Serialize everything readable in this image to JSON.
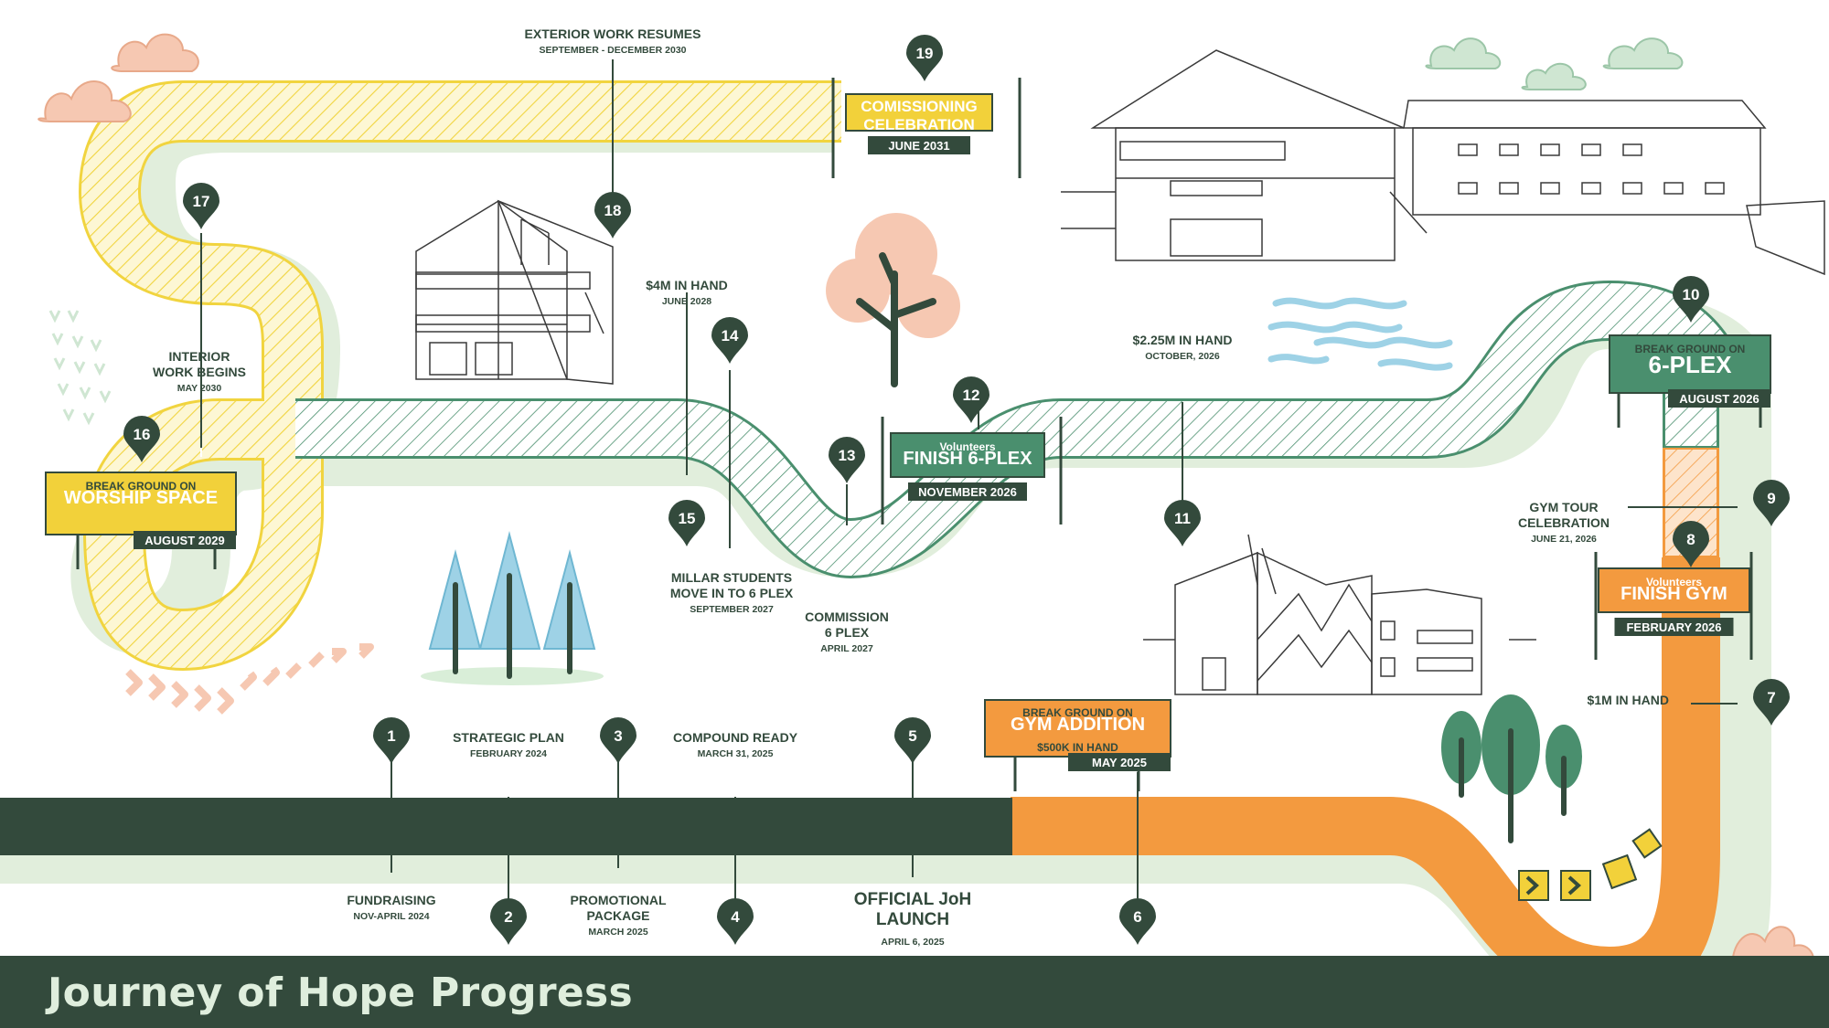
{
  "title": "Journey of Hope Progress",
  "colors": {
    "dark": "#334a3c",
    "green": "#4a8f6e",
    "orange": "#f39a3f",
    "yellow": "#f2d13a",
    "pale_yellow": "#fbf2c2",
    "pale_green": "#e1eedc",
    "pink": "#f6c8b2",
    "sky": "#9ed2e6",
    "mint": "#cfe6d2"
  },
  "markers": [
    {
      "num": "1"
    },
    {
      "num": "2"
    },
    {
      "num": "3"
    },
    {
      "num": "4"
    },
    {
      "num": "5"
    },
    {
      "num": "6"
    },
    {
      "num": "7"
    },
    {
      "num": "8"
    },
    {
      "num": "9"
    },
    {
      "num": "10"
    },
    {
      "num": "11"
    },
    {
      "num": "12"
    },
    {
      "num": "13"
    },
    {
      "num": "14"
    },
    {
      "num": "15"
    },
    {
      "num": "16"
    },
    {
      "num": "17"
    },
    {
      "num": "18"
    },
    {
      "num": "19"
    }
  ],
  "labels": [
    {
      "title": [
        "FUNDRAISING"
      ],
      "sub": "NOV-APRIL 2024"
    },
    {
      "title": [
        "STRATEGIC PLAN"
      ],
      "sub": "FEBRUARY 2024"
    },
    {
      "title": [
        "PROMOTIONAL",
        "PACKAGE"
      ],
      "sub": "MARCH 2025"
    },
    {
      "title": [
        "COMPOUND READY"
      ],
      "sub": "MARCH 31, 2025"
    },
    {
      "title": [
        "OFFICIAL JoH",
        "LAUNCH"
      ],
      "sub": "APRIL 6, 2025"
    },
    {
      "title": [
        "$1M IN HAND"
      ],
      "sub": ""
    },
    {
      "title": [
        "GYM TOUR",
        "CELEBRATION"
      ],
      "sub": "JUNE 21, 2026"
    },
    {
      "title": [
        "$2.25M IN HAND"
      ],
      "sub": "OCTOBER, 2026"
    },
    {
      "title": [
        "COMMISSION",
        "6 PLEX"
      ],
      "sub": "APRIL 2027"
    },
    {
      "title": [
        "MILLAR STUDENTS",
        "MOVE IN TO 6 PLEX"
      ],
      "sub": "SEPTEMBER 2027"
    },
    {
      "title": [
        "$4M IN HAND"
      ],
      "sub": "JUNE 2028"
    },
    {
      "title": [
        "INTERIOR",
        "WORK BEGINS"
      ],
      "sub": "MAY 2030"
    },
    {
      "title": [
        "EXTERIOR WORK RESUMES"
      ],
      "sub": "SEPTEMBER - DECEMBER 2030"
    }
  ],
  "signs": [
    {
      "lines": [
        "BREAK GROUND ON",
        "GYM ADDITION",
        "$500K IN HAND"
      ],
      "date": "MAY 2025"
    },
    {
      "lines": [
        "Volunteers",
        "FINISH GYM"
      ],
      "date": "FEBRUARY 2026"
    },
    {
      "lines": [
        "BREAK GROUND ON",
        "6-PLEX"
      ],
      "date": "AUGUST 2026"
    },
    {
      "lines": [
        "Volunteers",
        "FINISH 6-PLEX"
      ],
      "date": "NOVEMBER 2026"
    },
    {
      "lines": [
        "BREAK GROUND ON",
        "WORSHIP SPACE"
      ],
      "date": "AUGUST 2029"
    },
    {
      "lines": [
        "COMISSIONING",
        "CELEBRATION"
      ],
      "date": "JUNE 2031"
    }
  ]
}
